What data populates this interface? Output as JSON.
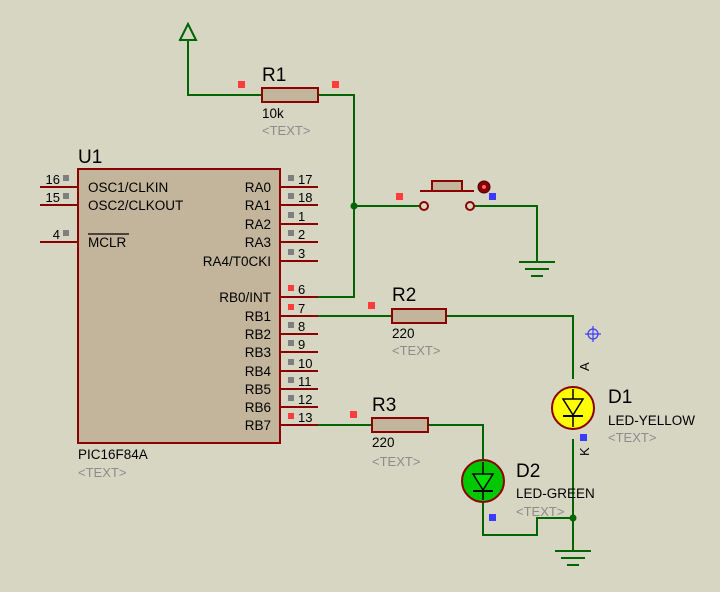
{
  "colors": {
    "background": "#d6d6c3",
    "wire": "#006400",
    "component_outline": "#8b0000",
    "component_body": "#c2b59b",
    "pin_marker_red": "#ff3b3b",
    "pin_marker_blue": "#3b3bff",
    "pin_marker_gray": "#7f7f7f",
    "led_yellow": "#ffff00",
    "led_green": "#00c800",
    "placeholder_text": "#8c8c8c"
  },
  "u1": {
    "ref": "U1",
    "part": "PIC16F84A",
    "text": "<TEXT>",
    "left_pins": [
      {
        "num": "16",
        "label": "OSC1/CLKIN"
      },
      {
        "num": "15",
        "label": "OSC2/CLKOUT"
      },
      {
        "num": "4",
        "label": "MCLR"
      }
    ],
    "right_pins": [
      {
        "num": "17",
        "label": "RA0"
      },
      {
        "num": "18",
        "label": "RA1"
      },
      {
        "num": "1",
        "label": "RA2"
      },
      {
        "num": "2",
        "label": "RA3"
      },
      {
        "num": "3",
        "label": "RA4/T0CKI"
      },
      {
        "num": "6",
        "label": "RB0/INT"
      },
      {
        "num": "7",
        "label": "RB1"
      },
      {
        "num": "8",
        "label": "RB2"
      },
      {
        "num": "9",
        "label": "RB3"
      },
      {
        "num": "10",
        "label": "RB4"
      },
      {
        "num": "11",
        "label": "RB5"
      },
      {
        "num": "12",
        "label": "RB6"
      },
      {
        "num": "13",
        "label": "RB7"
      }
    ]
  },
  "r1": {
    "ref": "R1",
    "value": "10k",
    "text": "<TEXT>"
  },
  "r2": {
    "ref": "R2",
    "value": "220",
    "text": "<TEXT>"
  },
  "r3": {
    "ref": "R3",
    "value": "220",
    "text": "<TEXT>"
  },
  "d1": {
    "ref": "D1",
    "part": "LED-YELLOW",
    "text": "<TEXT>",
    "anode": "A",
    "cathode": "K"
  },
  "d2": {
    "ref": "D2",
    "part": "LED-GREEN",
    "text": "<TEXT>"
  }
}
